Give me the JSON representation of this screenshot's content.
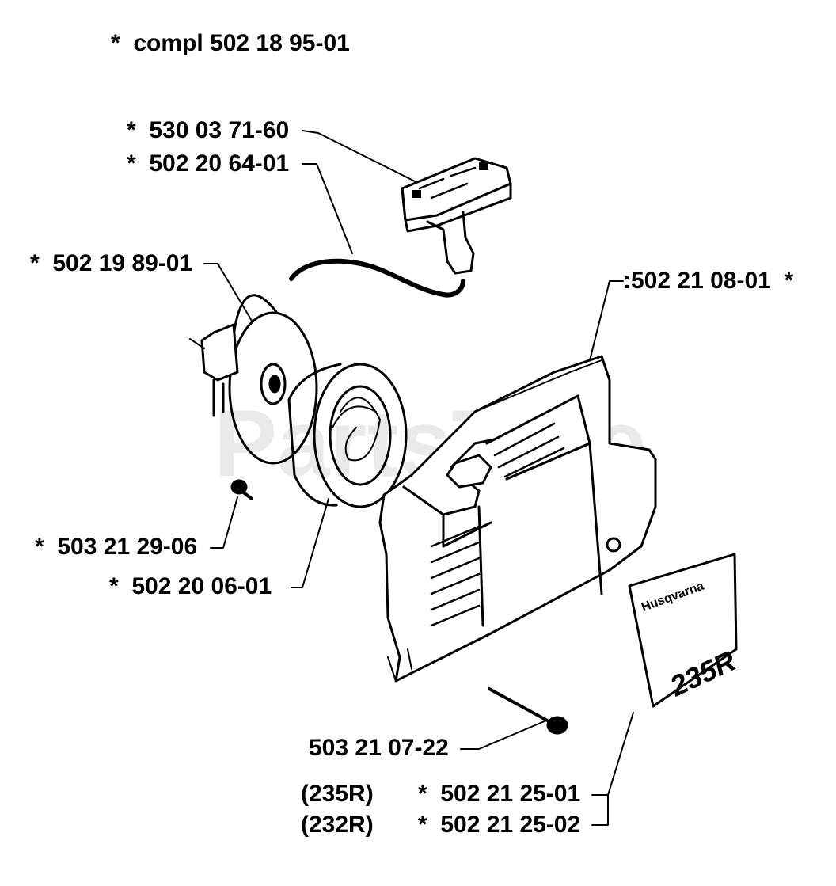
{
  "labels": {
    "compl": "*  compl 502 18 95-01",
    "p_530037160": "*  530 03 71-60",
    "p_502206401": "*  502 20 64-01",
    "p_502198901": "*  502 19 89-01",
    "p_502210801": ":502 21 08-01  *",
    "p_503212906": "*  503 21 29-06",
    "p_502200601": "*  502 20 06-01",
    "p_503210722": "503 21 07-22",
    "variant_235r": "(235R)",
    "variant_232r": "(232R)",
    "p_502212501": "*  502 21 25-01",
    "p_502212502": "*  502 21 25-02"
  },
  "decal": {
    "brand": "Husqvarna",
    "model": "235R"
  },
  "watermark": "PartsTree"
}
